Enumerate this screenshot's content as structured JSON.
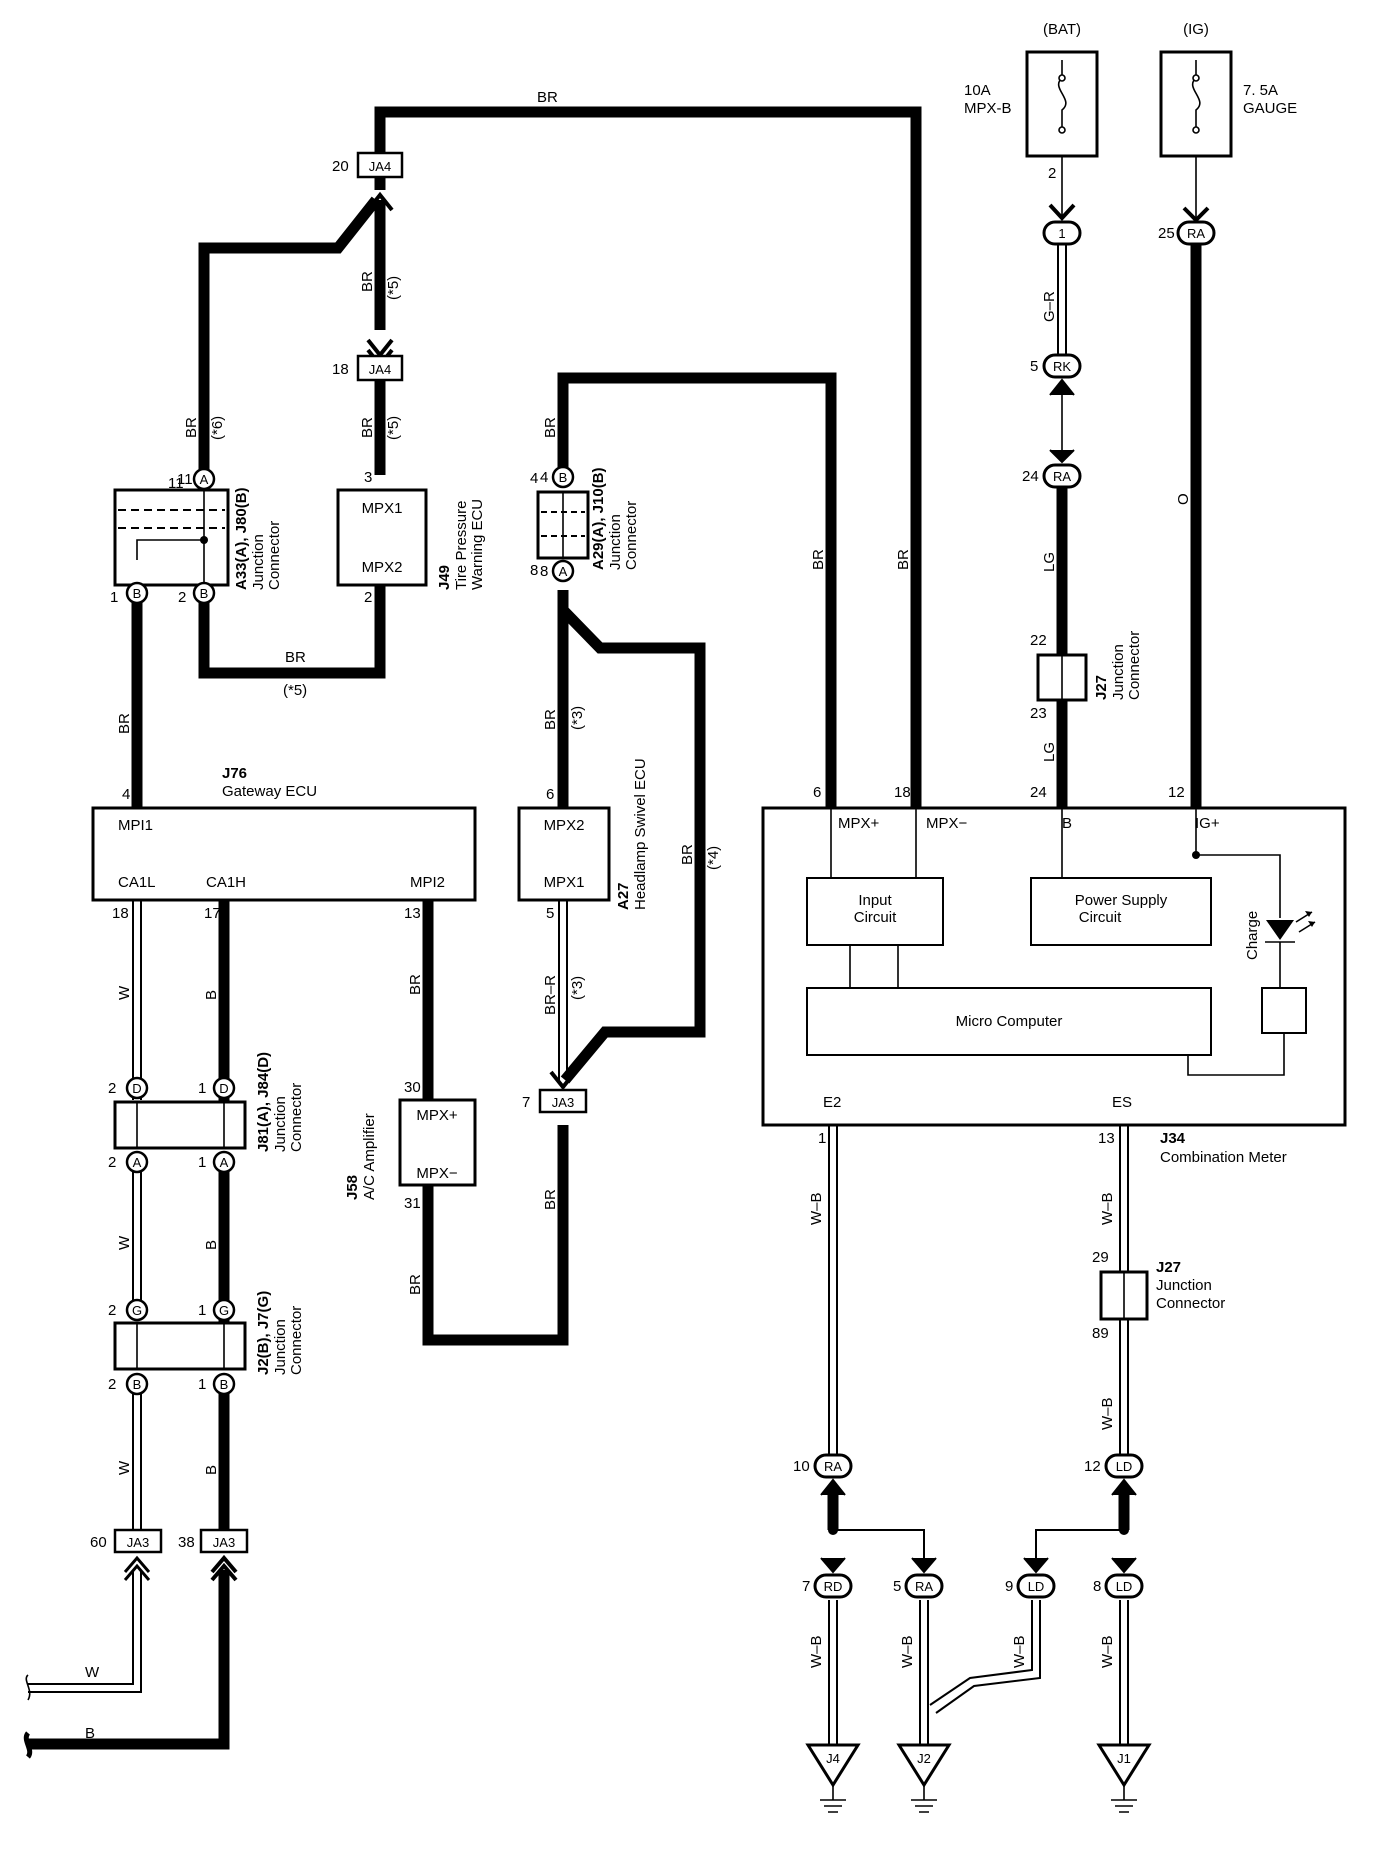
{
  "fuses": [
    {
      "supply": "(BAT)",
      "rating": "10A",
      "name": "MPX-B",
      "pin": "2"
    },
    {
      "supply": "(IG)",
      "rating": "7. 5A",
      "name": "GAUGE"
    }
  ],
  "components": {
    "j49": {
      "id": "J49",
      "title": "Tire Pressure",
      "title2": "Warning ECU",
      "pin_top": "MPX1",
      "pin_bottom": "MPX2",
      "num_top": "3",
      "num_bottom": "2"
    },
    "a33": {
      "id": "A33(A), J80(B)",
      "title": "Junction",
      "title2": "Connector",
      "pin_top": "11",
      "pin_bl": "1",
      "pin_br": "2"
    },
    "a29": {
      "id": "A29(A), J10(B)",
      "title": "Junction",
      "title2": "Connector",
      "pin_top": "4",
      "pin_bottom": "8"
    },
    "j76": {
      "id": "J76",
      "title": "Gateway ECU",
      "mpi1": "MPI1",
      "ca1l": "CA1L",
      "ca1h": "CA1H",
      "mpi2": "MPI2",
      "pin_mpi1": "4",
      "pin_ca1l": "18",
      "pin_ca1h": "17",
      "pin_mpi2": "13"
    },
    "a27": {
      "id": "A27",
      "title": "Headlamp Swivel ECU",
      "pin_top": "MPX2",
      "pin_bottom": "MPX1",
      "num_top": "6",
      "num_bottom": "5"
    },
    "j58": {
      "id": "J58",
      "title": "A/C Amplifier",
      "pin_top": "MPX+",
      "pin_bottom": "MPX−",
      "num_top": "30",
      "num_bottom": "31"
    },
    "j81": {
      "id": "J81(A), J84(D)",
      "title": "Junction",
      "title2": "Connector"
    },
    "j2": {
      "id": "J2(B), J7(G)",
      "title": "Junction",
      "title2": "Connector"
    },
    "j27a": {
      "id": "J27",
      "title": "Junction",
      "title2": "Connector",
      "pin_top": "22",
      "pin_bottom": "23"
    },
    "j27b": {
      "id": "J27",
      "title": "Junction",
      "title2": "Connector",
      "pin_top": "29",
      "pin_bottom": "89"
    },
    "j34": {
      "id": "J34",
      "title": "Combination Meter",
      "mpxp": "MPX+",
      "mpxm": "MPX−",
      "b": "B",
      "igp": "IG+",
      "e2": "E2",
      "es": "ES",
      "input": "Input",
      "input2": "Circuit",
      "power": "Power Supply",
      "power2": "Circuit",
      "micro": "Micro Computer",
      "charge": "Charge",
      "pin_mpxp": "6",
      "pin_mpxm": "18",
      "pin_b": "24",
      "pin_igp": "12",
      "pin_e2": "1",
      "pin_es": "13"
    }
  },
  "connectors": {
    "ja4_top": {
      "label": "JA4",
      "pin": "20"
    },
    "ja4_bottom": {
      "label": "JA4",
      "pin": "18"
    },
    "ja3_mid": {
      "label": "JA3",
      "pin": "7"
    },
    "ja3_w": {
      "label": "JA3",
      "pin": "60"
    },
    "ja3_b": {
      "label": "JA3",
      "pin": "38"
    },
    "c1": {
      "label": "1"
    },
    "rk": {
      "label": "RK",
      "pin": "5"
    },
    "ra24": {
      "label": "RA",
      "pin": "24"
    },
    "ra25": {
      "label": "RA",
      "pin": "25"
    },
    "ra10": {
      "label": "RA",
      "pin": "10"
    },
    "ld12": {
      "label": "LD",
      "pin": "12"
    },
    "rd7": {
      "label": "RD",
      "pin": "7"
    },
    "ra5": {
      "label": "RA",
      "pin": "5"
    },
    "ld9": {
      "label": "LD",
      "pin": "9"
    },
    "ld8": {
      "label": "LD",
      "pin": "8"
    },
    "a11": {
      "label": "A"
    },
    "b1": {
      "label": "B"
    },
    "b2": {
      "label": "B"
    },
    "b4": {
      "label": "B"
    },
    "a8": {
      "label": "A"
    },
    "d2": {
      "label": "D",
      "pin": "2"
    },
    "d1": {
      "label": "D",
      "pin": "1"
    },
    "a2": {
      "label": "A",
      "pin": "2"
    },
    "a1": {
      "label": "A",
      "pin": "1"
    },
    "g2": {
      "label": "G",
      "pin": "2"
    },
    "g1": {
      "label": "G",
      "pin": "1"
    },
    "bb2": {
      "label": "B",
      "pin": "2"
    },
    "bb1": {
      "label": "B",
      "pin": "1"
    }
  },
  "grounds": [
    "J4",
    "J2",
    "J1"
  ],
  "wire_labels": {
    "br": "BR",
    "b": "B",
    "w": "W",
    "gr": "G–R",
    "lg": "LG",
    "o": "O",
    "wb": "W–B",
    "brr": "BR–R",
    "n5": "(*5)",
    "n6": "(*6)",
    "n3": "(*3)",
    "n4": "(*4)"
  }
}
